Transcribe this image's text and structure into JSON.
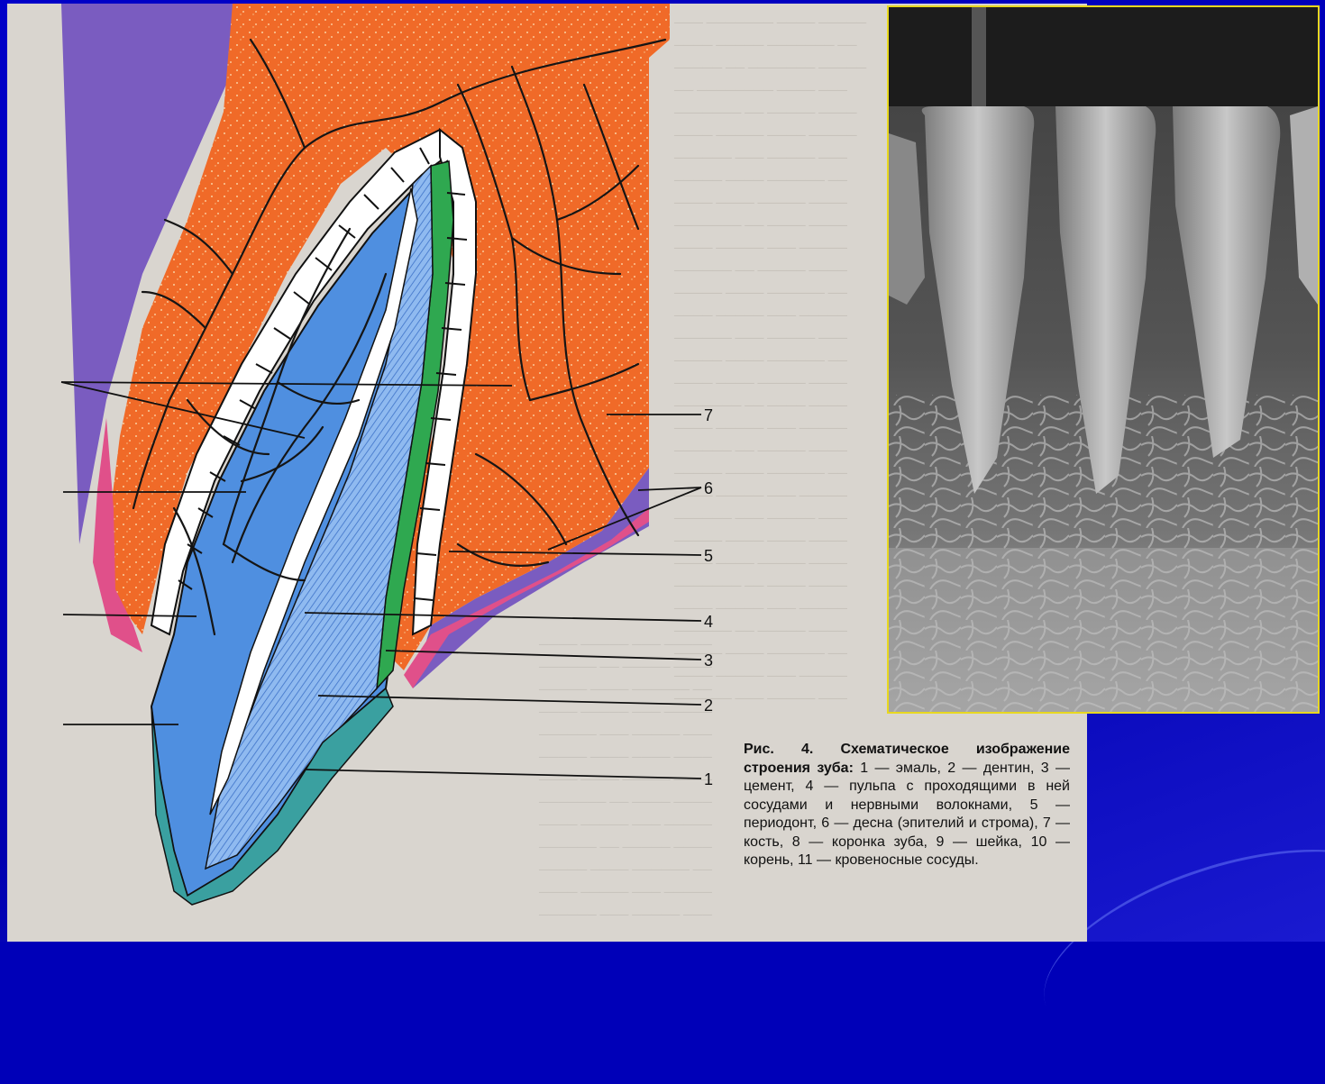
{
  "figure": {
    "labels": {
      "l1": "1",
      "l2": "2",
      "l3": "3",
      "l4": "4",
      "l5": "5",
      "l6": "6",
      "l7": "7"
    },
    "caption": {
      "lead": "Рис. 4. Схематическое изображение строения зуба:",
      "body": " 1 — эмаль, 2 — дентин, 3 — цемент, 4 — пульпа с проходящими в ней сосудами и нервными волокнами, 5 — периодонт, 6 — десна (эпителий и строма), 7 — кость, 8 — коронка зуба, 9 — шейка, 10 — корень, 11 — кровеносные сосуды."
    }
  },
  "colors": {
    "background": "#0000b8",
    "bone": "#f06a28",
    "gum": "#7a5cc0",
    "pulp": "#4f8fe0",
    "dentin": "#7fb0ea",
    "cement": "#2fa850",
    "enamel": "#3aa0a0",
    "xray_border": "#e8d820"
  }
}
